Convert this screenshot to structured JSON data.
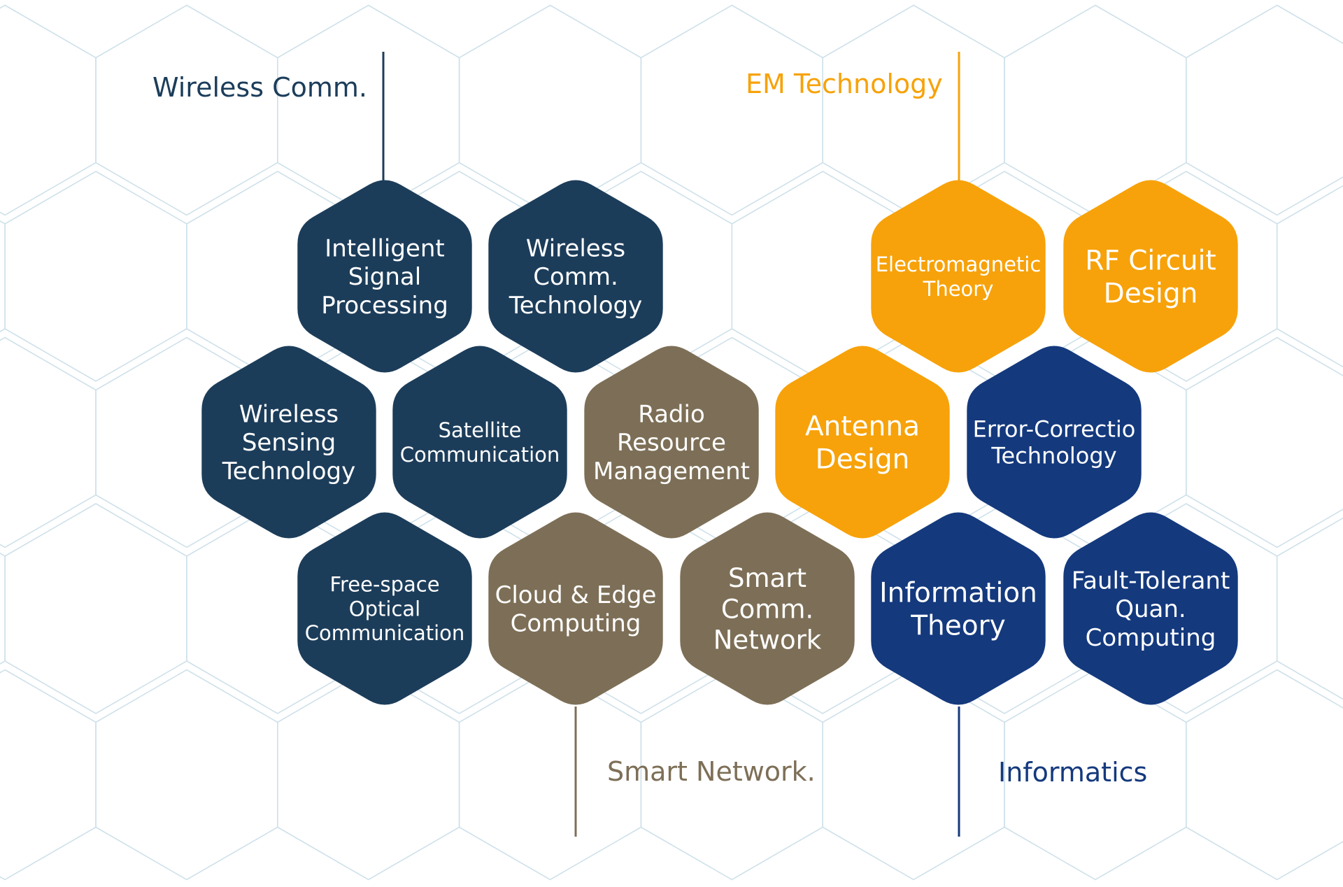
{
  "colors": {
    "wireless": "#1c3d5a",
    "em": "#f7a20a",
    "network": "#7d6f57",
    "informatics": "#14397d",
    "outline": "#cfe1ea",
    "text": "#ffffff"
  },
  "groups": {
    "wireless": "Wireless Comm.",
    "em": "EM Technology",
    "network": "Smart Network.",
    "informatics": "Informatics"
  },
  "hexes": [
    {
      "id": "intelligent-signal-processing",
      "group": "wireless",
      "lines": [
        "Intelligent",
        "Signal",
        "Processing"
      ]
    },
    {
      "id": "wireless-comm-technology",
      "group": "wireless",
      "lines": [
        "Wireless",
        "Comm.",
        "Technology"
      ]
    },
    {
      "id": "electromagnetic-theory",
      "group": "em",
      "lines": [
        "Electromagnetic",
        "Theory"
      ]
    },
    {
      "id": "rf-circuit-design",
      "group": "em",
      "lines": [
        "RF Circuit",
        "Design"
      ]
    },
    {
      "id": "wireless-sensing-technology",
      "group": "wireless",
      "lines": [
        "Wireless",
        "Sensing",
        "Technology"
      ]
    },
    {
      "id": "satellite-communication",
      "group": "wireless",
      "lines": [
        "Satellite",
        "Communication"
      ]
    },
    {
      "id": "radio-resource-management",
      "group": "network",
      "lines": [
        "Radio",
        "Resource",
        "Management"
      ]
    },
    {
      "id": "antenna-design",
      "group": "em",
      "lines": [
        "Antenna",
        "Design"
      ]
    },
    {
      "id": "error-correction-technology",
      "group": "informatics",
      "lines": [
        "Error-Correctio",
        "Technology"
      ]
    },
    {
      "id": "free-space-optical-communication",
      "group": "wireless",
      "lines": [
        "Free-space",
        "Optical",
        "Communication"
      ]
    },
    {
      "id": "cloud-edge-computing",
      "group": "network",
      "lines": [
        "Cloud & Edge",
        "Computing"
      ]
    },
    {
      "id": "smart-comm-network",
      "group": "network",
      "lines": [
        "Smart",
        "Comm.",
        "Network"
      ]
    },
    {
      "id": "information-theory",
      "group": "informatics",
      "lines": [
        "Information",
        "Theory"
      ]
    },
    {
      "id": "fault-tolerant-quan-computing",
      "group": "informatics",
      "lines": [
        "Fault-Tolerant",
        "Quan.",
        "Computing"
      ]
    }
  ]
}
